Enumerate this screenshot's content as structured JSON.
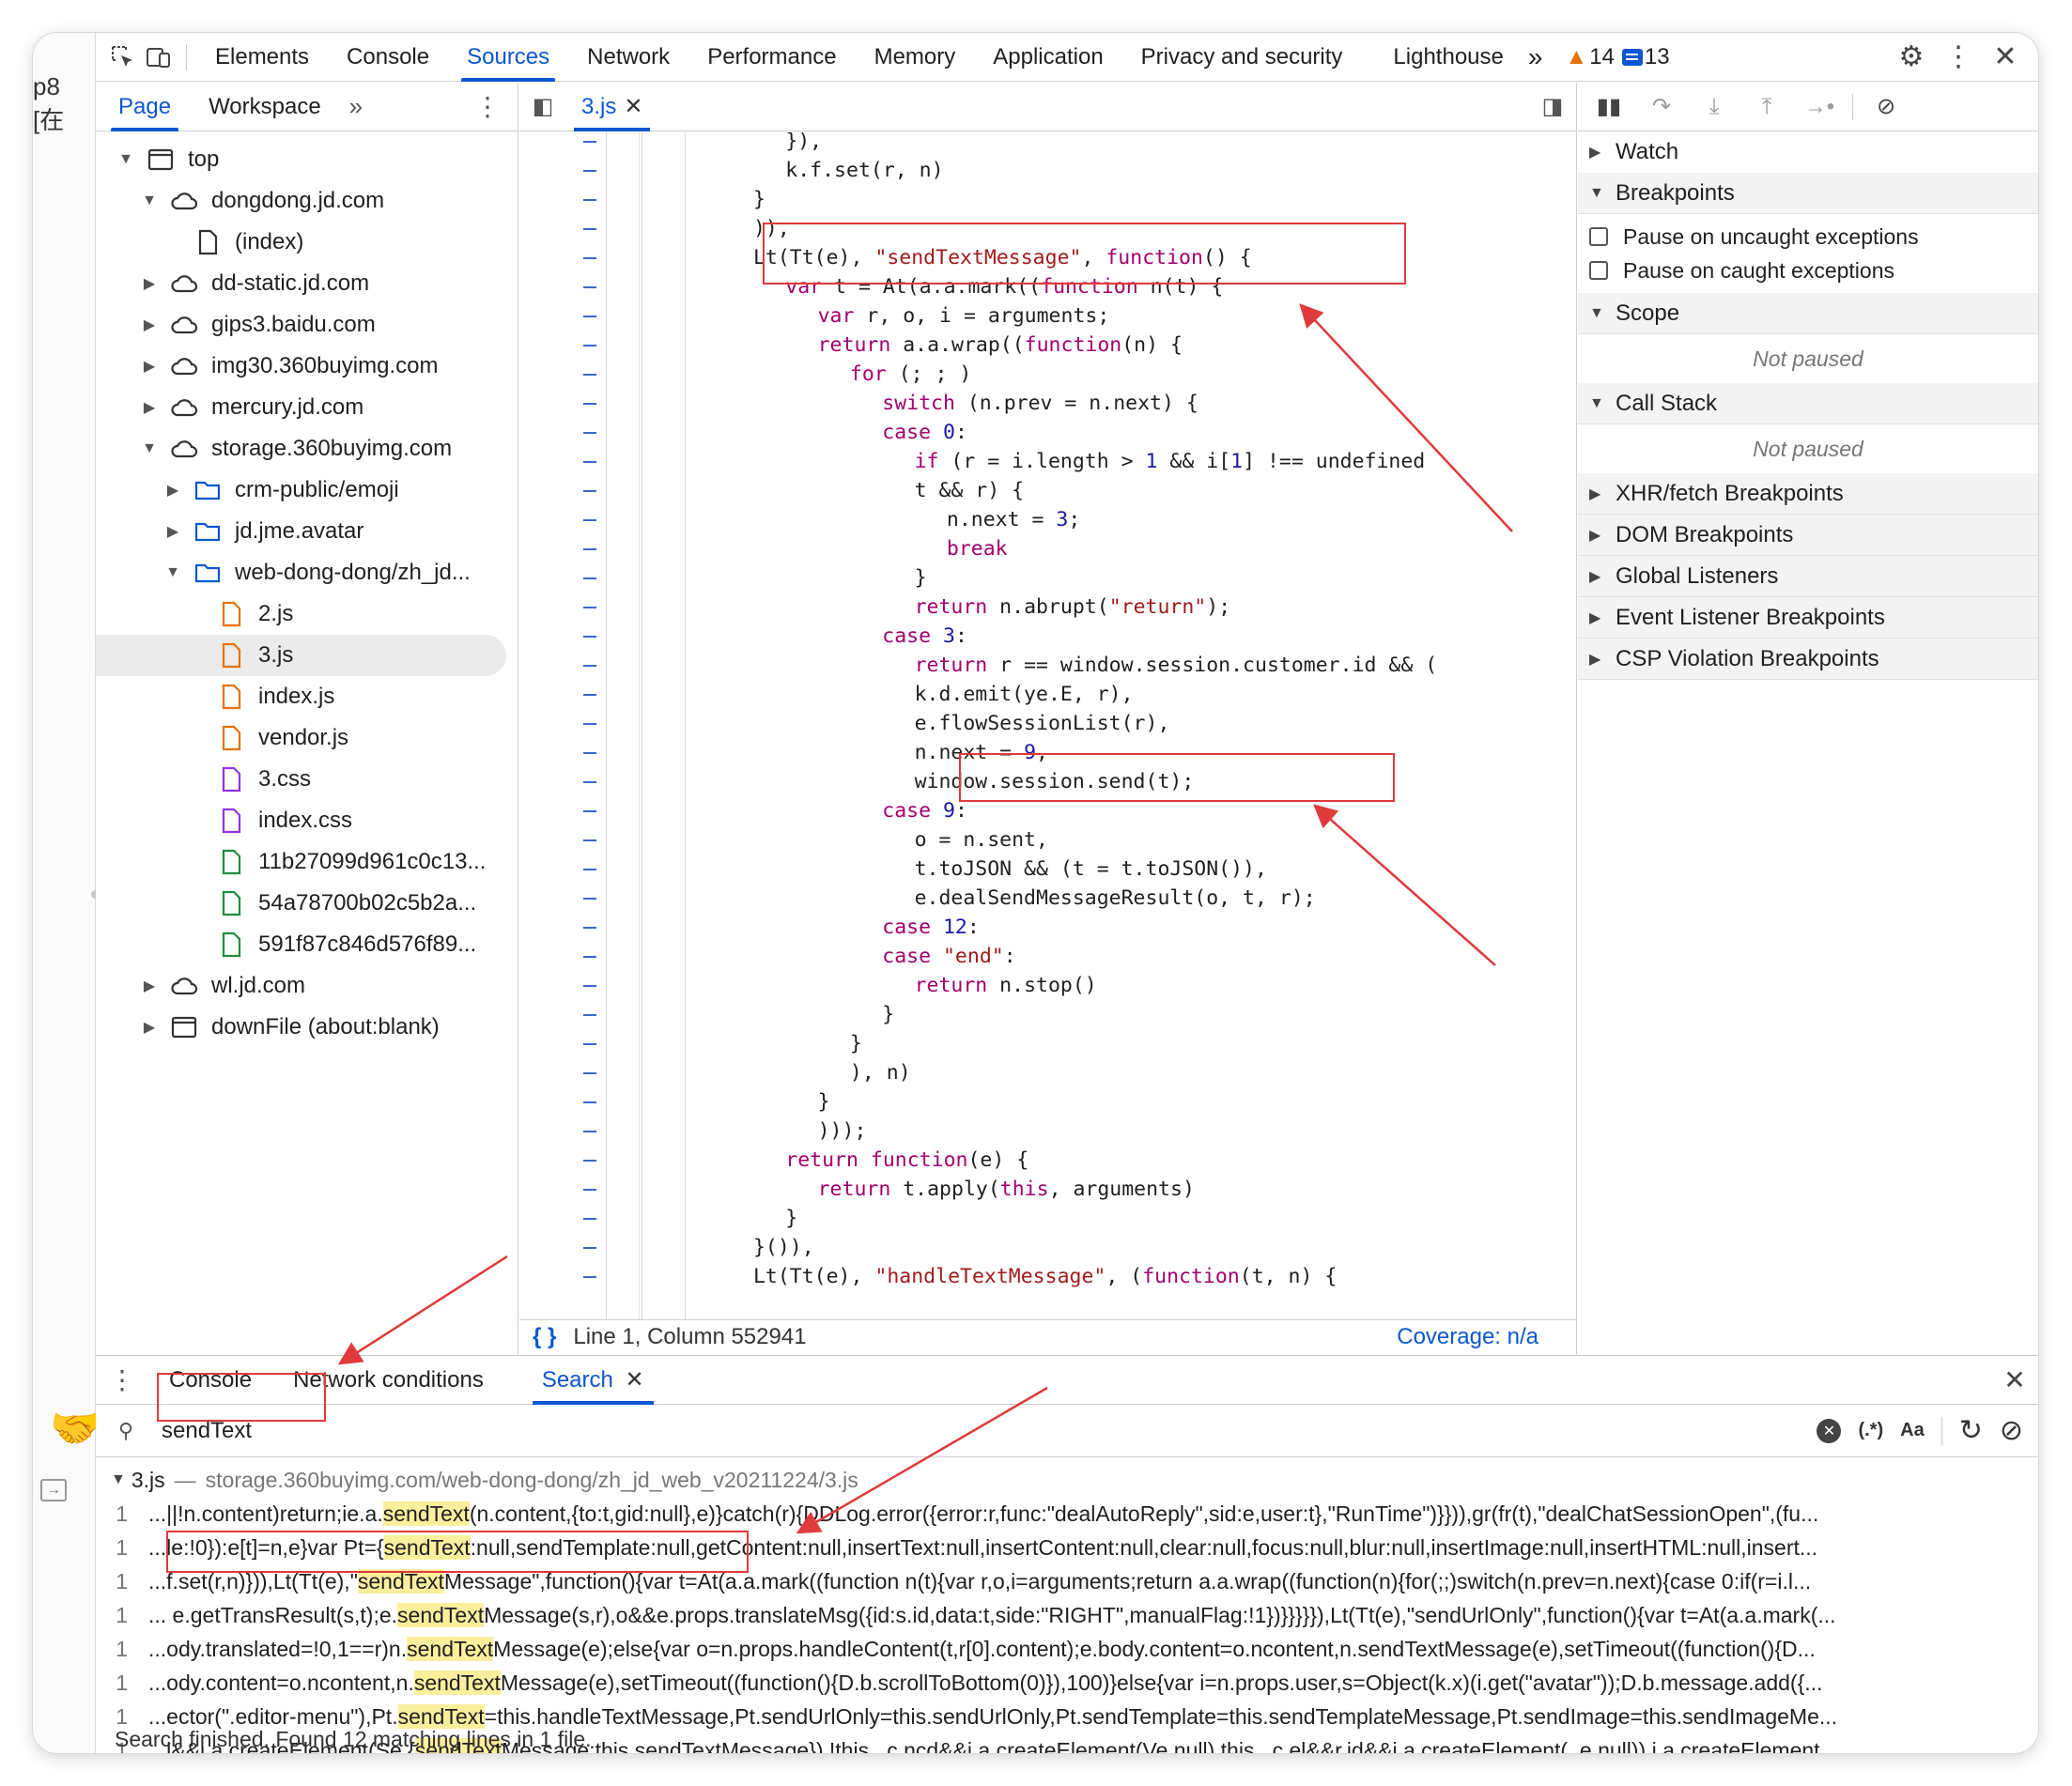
{
  "left_strip": {
    "text": "p8 [在"
  },
  "main_tabs": {
    "items": [
      "Elements",
      "Console",
      "Sources",
      "Network",
      "Performance",
      "Memory",
      "Application",
      "Privacy and security",
      "Lighthouse"
    ],
    "more": "»",
    "warnings": "14",
    "messages": "13"
  },
  "navigator": {
    "tabs": [
      "Page",
      "Workspace"
    ],
    "more": "»",
    "tree": [
      {
        "label": "top",
        "depth": 0,
        "icon": "frame-icon",
        "arrow": "open"
      },
      {
        "label": "dongdong.jd.com",
        "depth": 1,
        "icon": "cloud-icon",
        "arrow": "open"
      },
      {
        "label": "(index)",
        "depth": 2,
        "icon": "document-icon",
        "arrow": "none"
      },
      {
        "label": "dd-static.jd.com",
        "depth": 1,
        "icon": "cloud-icon",
        "arrow": "closed"
      },
      {
        "label": "gips3.baidu.com",
        "depth": 1,
        "icon": "cloud-icon",
        "arrow": "closed"
      },
      {
        "label": "img30.360buyimg.com",
        "depth": 1,
        "icon": "cloud-icon",
        "arrow": "closed"
      },
      {
        "label": "mercury.jd.com",
        "depth": 1,
        "icon": "cloud-icon",
        "arrow": "closed"
      },
      {
        "label": "storage.360buyimg.com",
        "depth": 1,
        "icon": "cloud-icon",
        "arrow": "open"
      },
      {
        "label": "crm-public/emoji",
        "depth": 2,
        "icon": "folder-icon",
        "arrow": "closed"
      },
      {
        "label": "jd.jme.avatar",
        "depth": 2,
        "icon": "folder-icon",
        "arrow": "closed"
      },
      {
        "label": "web-dong-dong/zh_jd...",
        "depth": 2,
        "icon": "folder-icon",
        "arrow": "open"
      },
      {
        "label": "2.js",
        "depth": 3,
        "icon": "js-file-icon",
        "arrow": "none"
      },
      {
        "label": "3.js",
        "depth": 3,
        "icon": "js-file-icon",
        "arrow": "none",
        "selected": true
      },
      {
        "label": "index.js",
        "depth": 3,
        "icon": "js-file-icon",
        "arrow": "none"
      },
      {
        "label": "vendor.js",
        "depth": 3,
        "icon": "js-file-icon",
        "arrow": "none"
      },
      {
        "label": "3.css",
        "depth": 3,
        "icon": "css-file-icon",
        "arrow": "none"
      },
      {
        "label": "index.css",
        "depth": 3,
        "icon": "css-file-icon",
        "arrow": "none"
      },
      {
        "label": "11b27099d961c0c13...",
        "depth": 3,
        "icon": "image-file-icon",
        "arrow": "none"
      },
      {
        "label": "54a78700b02c5b2a...",
        "depth": 3,
        "icon": "image-file-icon",
        "arrow": "none"
      },
      {
        "label": "591f87c846d576f89...",
        "depth": 3,
        "icon": "image-file-icon",
        "arrow": "none"
      },
      {
        "label": "wl.jd.com",
        "depth": 1,
        "icon": "cloud-icon",
        "arrow": "closed"
      },
      {
        "label": "downFile (about:blank)",
        "depth": 1,
        "icon": "frame-icon",
        "arrow": "closed"
      }
    ]
  },
  "editor": {
    "tab": "3.js",
    "code_lines": [
      {
        "indent": 5,
        "parts": [
          [
            "p",
            "}),"
          ]
        ]
      },
      {
        "indent": 5,
        "parts": [
          [
            "p",
            "k.f.set(r, n)"
          ]
        ]
      },
      {
        "indent": 4,
        "parts": [
          [
            "p",
            "}"
          ]
        ]
      },
      {
        "indent": 4,
        "parts": [
          [
            "p",
            ")),"
          ]
        ]
      },
      {
        "indent": 4,
        "parts": [
          [
            "p",
            "Lt(Tt(e), "
          ],
          [
            "s",
            "\"sendTextMessage\""
          ],
          [
            "p",
            ", "
          ],
          [
            "k",
            "function"
          ],
          [
            "p",
            "() {"
          ]
        ]
      },
      {
        "indent": 5,
        "parts": [
          [
            "k",
            "var"
          ],
          [
            "p",
            " t = At(a.a.mark(("
          ],
          [
            "k",
            "function"
          ],
          [
            "p",
            " n(t) {"
          ]
        ]
      },
      {
        "indent": 6,
        "parts": [
          [
            "k",
            "var"
          ],
          [
            "p",
            " r, o, i = arguments;"
          ]
        ]
      },
      {
        "indent": 6,
        "parts": [
          [
            "k",
            "return"
          ],
          [
            "p",
            " a.a.wrap(("
          ],
          [
            "k",
            "function"
          ],
          [
            "p",
            "(n) {"
          ]
        ]
      },
      {
        "indent": 7,
        "parts": [
          [
            "k",
            "for"
          ],
          [
            "p",
            " (; ; )"
          ]
        ]
      },
      {
        "indent": 8,
        "parts": [
          [
            "k",
            "switch"
          ],
          [
            "p",
            " (n.prev = n.next) {"
          ]
        ]
      },
      {
        "indent": 8,
        "parts": [
          [
            "k",
            "case"
          ],
          [
            "p",
            " "
          ],
          [
            "n",
            "0"
          ],
          [
            "p",
            ":"
          ]
        ]
      },
      {
        "indent": 9,
        "parts": [
          [
            "k",
            "if"
          ],
          [
            "p",
            " (r = i.length > "
          ],
          [
            "n",
            "1"
          ],
          [
            "p",
            " && i["
          ],
          [
            "n",
            "1"
          ],
          [
            "p",
            "] !== undefined"
          ]
        ]
      },
      {
        "indent": 9,
        "parts": [
          [
            "p",
            "t && r) {"
          ]
        ]
      },
      {
        "indent": 10,
        "parts": [
          [
            "p",
            "n.next = "
          ],
          [
            "n",
            "3"
          ],
          [
            "p",
            ";"
          ]
        ]
      },
      {
        "indent": 10,
        "parts": [
          [
            "k",
            "break"
          ]
        ]
      },
      {
        "indent": 9,
        "parts": [
          [
            "p",
            "}"
          ]
        ]
      },
      {
        "indent": 9,
        "parts": [
          [
            "k",
            "return"
          ],
          [
            "p",
            " n.abrupt("
          ],
          [
            "s",
            "\"return\""
          ],
          [
            "p",
            ");"
          ]
        ]
      },
      {
        "indent": 8,
        "parts": [
          [
            "k",
            "case"
          ],
          [
            "p",
            " "
          ],
          [
            "n",
            "3"
          ],
          [
            "p",
            ":"
          ]
        ]
      },
      {
        "indent": 9,
        "parts": [
          [
            "k",
            "return"
          ],
          [
            "p",
            " r == window.session.customer.id && ("
          ]
        ]
      },
      {
        "indent": 9,
        "parts": [
          [
            "p",
            "k.d.emit(ye.E, r),"
          ]
        ]
      },
      {
        "indent": 9,
        "parts": [
          [
            "p",
            "e.flowSessionList(r),"
          ]
        ]
      },
      {
        "indent": 9,
        "parts": [
          [
            "p",
            "n.next = "
          ],
          [
            "n",
            "9"
          ],
          [
            "p",
            ","
          ]
        ]
      },
      {
        "indent": 9,
        "parts": [
          [
            "p",
            "window.session.send(t);"
          ]
        ]
      },
      {
        "indent": 8,
        "parts": [
          [
            "k",
            "case"
          ],
          [
            "p",
            " "
          ],
          [
            "n",
            "9"
          ],
          [
            "p",
            ":"
          ]
        ]
      },
      {
        "indent": 9,
        "parts": [
          [
            "p",
            "o = n.sent,"
          ]
        ]
      },
      {
        "indent": 9,
        "parts": [
          [
            "p",
            "t.toJSON && (t = t.toJSON()),"
          ]
        ]
      },
      {
        "indent": 9,
        "parts": [
          [
            "p",
            "e.dealSendMessageResult(o, t, r);"
          ]
        ]
      },
      {
        "indent": 8,
        "parts": [
          [
            "k",
            "case"
          ],
          [
            "p",
            " "
          ],
          [
            "n",
            "12"
          ],
          [
            "p",
            ":"
          ]
        ]
      },
      {
        "indent": 8,
        "parts": [
          [
            "k",
            "case"
          ],
          [
            "p",
            " "
          ],
          [
            "s",
            "\"end\""
          ],
          [
            "p",
            ":"
          ]
        ]
      },
      {
        "indent": 9,
        "parts": [
          [
            "k",
            "return"
          ],
          [
            "p",
            " n.stop()"
          ]
        ]
      },
      {
        "indent": 8,
        "parts": [
          [
            "p",
            "}"
          ]
        ]
      },
      {
        "indent": 7,
        "parts": [
          [
            "p",
            "}"
          ]
        ]
      },
      {
        "indent": 7,
        "parts": [
          [
            "p",
            "), n)"
          ]
        ]
      },
      {
        "indent": 6,
        "parts": [
          [
            "p",
            "}"
          ]
        ]
      },
      {
        "indent": 6,
        "parts": [
          [
            "p",
            ")));"
          ]
        ]
      },
      {
        "indent": 5,
        "parts": [
          [
            "k",
            "return"
          ],
          [
            "p",
            " "
          ],
          [
            "k",
            "function"
          ],
          [
            "p",
            "(e) {"
          ]
        ]
      },
      {
        "indent": 6,
        "parts": [
          [
            "k",
            "return"
          ],
          [
            "p",
            " t.apply("
          ],
          [
            "k",
            "this"
          ],
          [
            "p",
            ", arguments)"
          ]
        ]
      },
      {
        "indent": 5,
        "parts": [
          [
            "p",
            "}"
          ]
        ]
      },
      {
        "indent": 4,
        "parts": [
          [
            "p",
            "}()),"
          ]
        ]
      },
      {
        "indent": 4,
        "parts": [
          [
            "p",
            "Lt(Tt(e), "
          ],
          [
            "s",
            "\"handleTextMessage\""
          ],
          [
            "p",
            ", ("
          ],
          [
            "k",
            "function"
          ],
          [
            "p",
            "(t, n) {"
          ]
        ]
      }
    ],
    "status": {
      "position": "Line 1, Column 552941",
      "coverage": "Coverage: n/a"
    }
  },
  "debugger": {
    "sections": {
      "watch": "Watch",
      "breakpoints": "Breakpoints",
      "pause_uncaught": "Pause on uncaught exceptions",
      "pause_caught": "Pause on caught exceptions",
      "scope": "Scope",
      "scope_status": "Not paused",
      "call_stack": "Call Stack",
      "call_stack_status": "Not paused",
      "xhr": "XHR/fetch Breakpoints",
      "dom": "DOM Breakpoints",
      "global": "Global Listeners",
      "event": "Event Listener Breakpoints",
      "csp": "CSP Violation Breakpoints"
    }
  },
  "drawer": {
    "tabs": [
      "Console",
      "Network conditions",
      "Search"
    ],
    "search_query": "sendText",
    "regex_label": "(.*)",
    "case_label": "Aa",
    "file_name": "3.js",
    "file_sep": "—",
    "file_path": "storage.360buyimg.com/web-dong-dong/zh_jd_web_v20211224/3.js",
    "results": [
      {
        "line": "1",
        "before": "...||!n.content)return;ie.a.",
        "match": "sendText",
        "after": "(n.content,{to:t,gid:null},e)}catch(r){DDLog.error({error:r,func:\"dealAutoReply\",sid:e,user:t},\"RunTime\")}})),gr(fr(t),\"dealChatSessionOpen\",(fu..."
      },
      {
        "line": "1",
        "before": "...le:!0}):e[t]=n,e}var Pt={",
        "match": "sendText",
        "after": ":null,sendTemplate:null,getContent:null,insertText:null,insertContent:null,clear:null,focus:null,blur:null,insertImage:null,insertHTML:null,insert..."
      },
      {
        "line": "1",
        "before": "...f.set(r,n)})),Lt(Tt(e),\"",
        "match": "sendText",
        "after": "Message\",function(){var t=At(a.a.mark((function n(t){var r,o,i=arguments;return a.a.wrap((function(n){for(;;)switch(n.prev=n.next){case 0:if(r=i.l..."
      },
      {
        "line": "1",
        "before": "... e.getTransResult(s,t);e.",
        "match": "sendText",
        "after": "Message(s,r),o&&e.props.translateMsg({id:s.id,data:t,side:\"RIGHT\",manualFlag:!1})}}}}}),Lt(Tt(e),\"sendUrlOnly\",function(){var t=At(a.a.mark(..."
      },
      {
        "line": "1",
        "before": "...ody.translated=!0,1==r)n.",
        "match": "sendText",
        "after": "Message(e);else{var o=n.props.handleContent(t,r[0].content);e.body.content=o.ncontent,n.sendTextMessage(e),setTimeout((function(){D..."
      },
      {
        "line": "1",
        "before": "...ody.content=o.ncontent,n.",
        "match": "sendText",
        "after": "Message(e),setTimeout((function(){D.b.scrollToBottom(0)}),100)}else{var i=n.props.user,s=Object(k.x)(i.get(\"avatar\"));D.b.message.add({..."
      },
      {
        "line": "1",
        "before": "...ector(\".editor-menu\"),Pt.",
        "match": "sendText",
        "after": "=this.handleTextMessage,Pt.sendUrlOnly=this.sendUrlOnly,Pt.sendTemplate=this.sendTemplateMessage,Pt.sendImage=this.sendImageMe..."
      },
      {
        "line": "1",
        "before": "...l&&i.a.createElement(Se,{",
        "match": "sendText",
        "after": "Message:this.sendTextMessage}),!this._c.ncd&&i.a.createElement(Ve,null),this._c.el&&r.id&&i.a.createElement(_e,null)),i.a.createElement..."
      }
    ],
    "status": "Search finished.  Found 12 matching lines in 1 file."
  }
}
